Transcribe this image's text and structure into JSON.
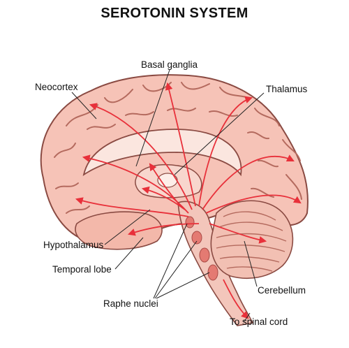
{
  "title": "SEROTONIN SYSTEM",
  "labels": {
    "basal_ganglia": "Basal ganglia",
    "neocortex": "Neocortex",
    "thalamus": "Thalamus",
    "hypothalamus": "Hypothalamus",
    "temporal_lobe": "Temporal lobe",
    "cerebellum": "Cerebellum",
    "raphe_nuclei": "Raphe nuclei",
    "spinal_cord": "To spinal cord"
  },
  "colors": {
    "brain_fill": "#f6c3b7",
    "brain_outline": "#8a4a42",
    "pathway": "#e8303a",
    "inner_fill": "#fbe6df"
  }
}
